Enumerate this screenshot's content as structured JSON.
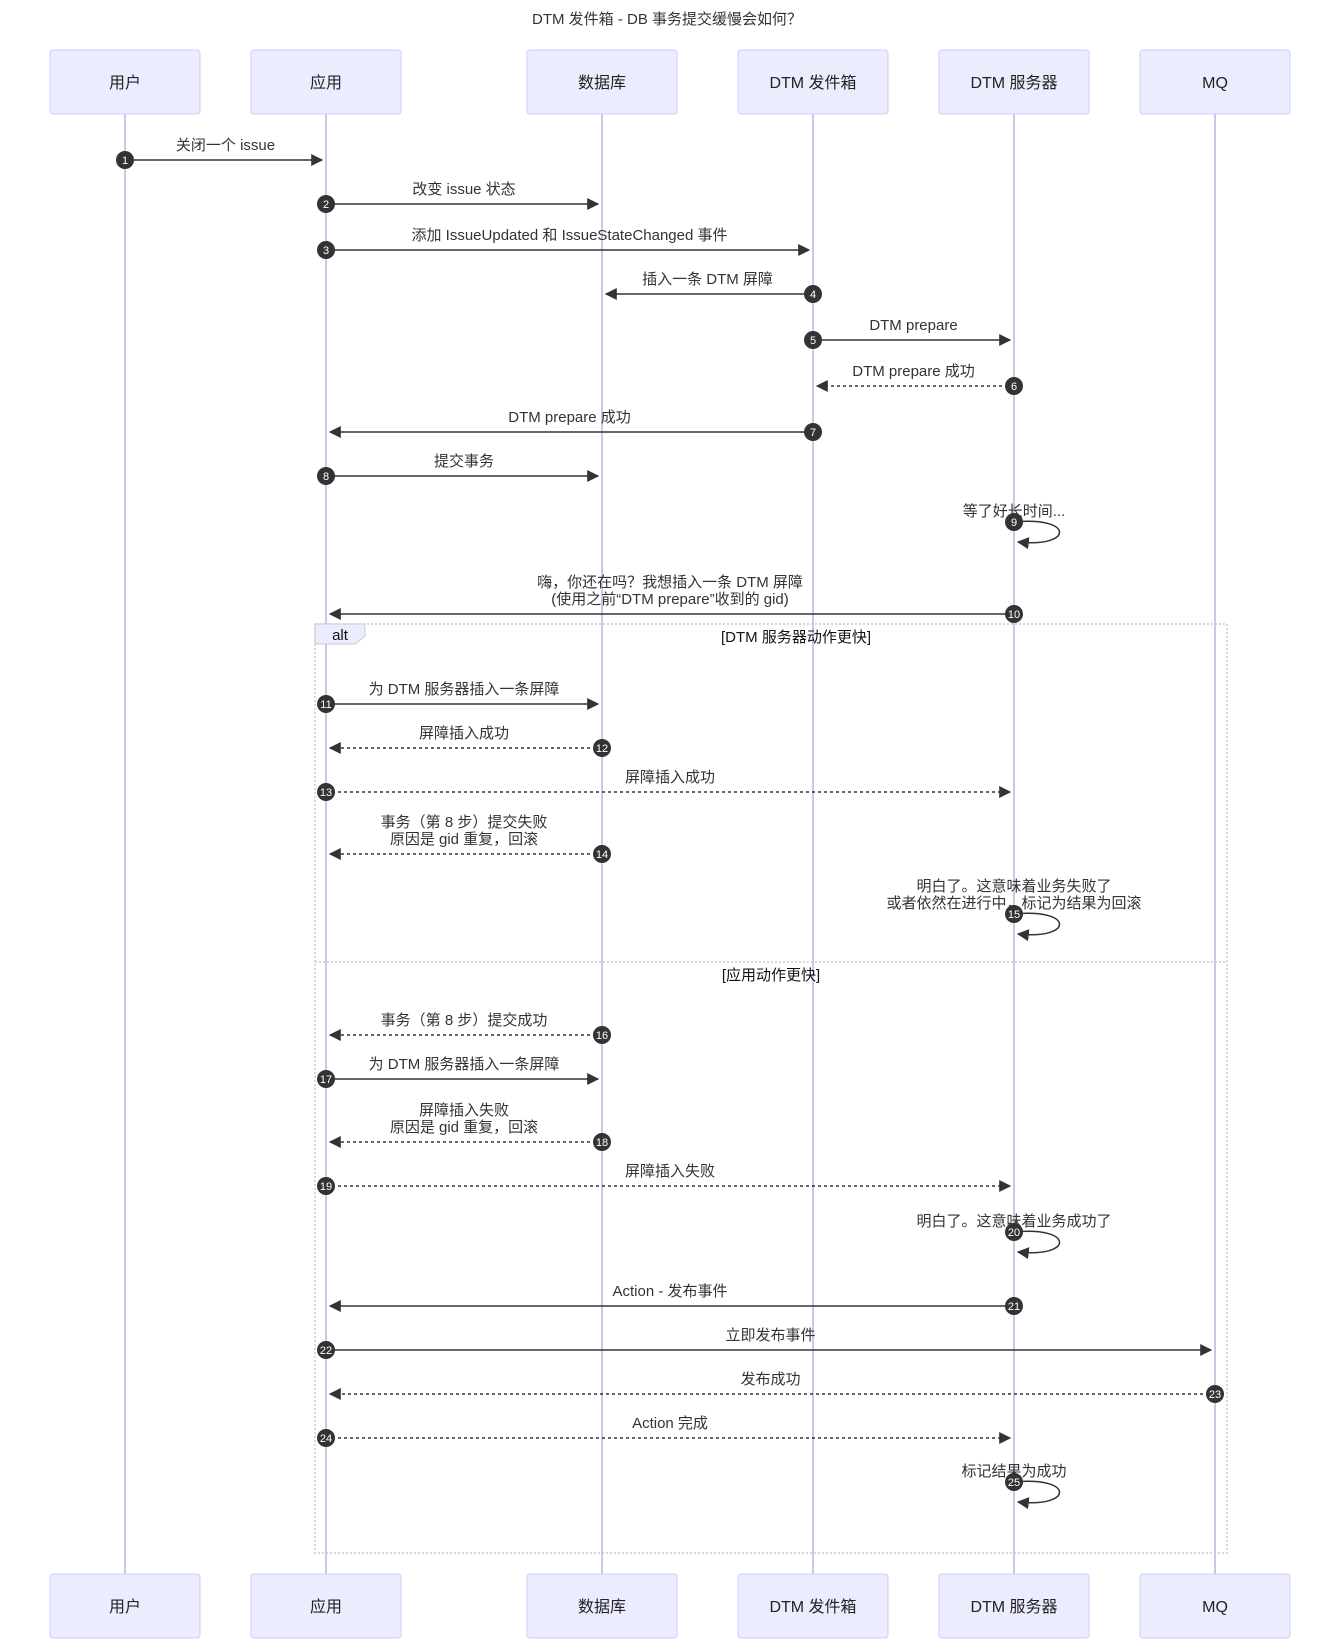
{
  "title": "DTM 发件箱 - DB 事务提交缓慢会如何？",
  "actors": [
    {
      "id": "user",
      "label": "用户"
    },
    {
      "id": "app",
      "label": "应用"
    },
    {
      "id": "db",
      "label": "数据库"
    },
    {
      "id": "outbox",
      "label": "DTM 发件箱"
    },
    {
      "id": "server",
      "label": "DTM 服务器"
    },
    {
      "id": "mq",
      "label": "MQ"
    }
  ],
  "messages": [
    {
      "n": "1",
      "from": "user",
      "to": "app",
      "lines": [
        "关闭一个 issue"
      ],
      "style": "solid"
    },
    {
      "n": "2",
      "from": "app",
      "to": "db",
      "lines": [
        "改变 issue 状态"
      ],
      "style": "solid"
    },
    {
      "n": "3",
      "from": "app",
      "to": "outbox",
      "lines": [
        "添加 IssueUpdated 和 IssueStateChanged 事件"
      ],
      "style": "solid"
    },
    {
      "n": "4",
      "from": "outbox",
      "to": "db",
      "lines": [
        "插入一条 DTM 屏障"
      ],
      "style": "solid"
    },
    {
      "n": "5",
      "from": "outbox",
      "to": "server",
      "lines": [
        "DTM prepare"
      ],
      "style": "solid"
    },
    {
      "n": "6",
      "from": "server",
      "to": "outbox",
      "lines": [
        "DTM prepare 成功"
      ],
      "style": "dashed"
    },
    {
      "n": "7",
      "from": "outbox",
      "to": "app",
      "lines": [
        "DTM prepare 成功"
      ],
      "style": "solid"
    },
    {
      "n": "8",
      "from": "app",
      "to": "db",
      "lines": [
        "提交事务"
      ],
      "style": "solid"
    },
    {
      "n": "9",
      "from": "server",
      "to": "server",
      "lines": [
        "等了好长时间..."
      ],
      "style": "solid"
    },
    {
      "n": "10",
      "from": "server",
      "to": "app",
      "lines": [
        "嗨，你还在吗？我想插入一条 DTM 屏障",
        "(使用之前“DTM prepare”收到的 gid)"
      ],
      "style": "solid"
    },
    {
      "n": "11",
      "from": "app",
      "to": "db",
      "lines": [
        "为 DTM 服务器插入一条屏障"
      ],
      "style": "solid"
    },
    {
      "n": "12",
      "from": "db",
      "to": "app",
      "lines": [
        "屏障插入成功"
      ],
      "style": "dashed"
    },
    {
      "n": "13",
      "from": "app",
      "to": "server",
      "lines": [
        "屏障插入成功"
      ],
      "style": "dashed"
    },
    {
      "n": "14",
      "from": "db",
      "to": "app",
      "lines": [
        "事务（第 8 步）提交失败",
        "原因是 gid 重复，回滚"
      ],
      "style": "dashed"
    },
    {
      "n": "15",
      "from": "server",
      "to": "server",
      "lines": [
        "明白了。这意味着业务失败了",
        "或者依然在进行中，标记为结果为回滚"
      ],
      "style": "solid"
    },
    {
      "n": "16",
      "from": "db",
      "to": "app",
      "lines": [
        "事务（第 8 步）提交成功"
      ],
      "style": "dashed"
    },
    {
      "n": "17",
      "from": "app",
      "to": "db",
      "lines": [
        "为 DTM 服务器插入一条屏障"
      ],
      "style": "solid"
    },
    {
      "n": "18",
      "from": "db",
      "to": "app",
      "lines": [
        "屏障插入失败",
        "原因是 gid 重复，回滚"
      ],
      "style": "dashed"
    },
    {
      "n": "19",
      "from": "app",
      "to": "server",
      "lines": [
        "屏障插入失败"
      ],
      "style": "dashed"
    },
    {
      "n": "20",
      "from": "server",
      "to": "server",
      "lines": [
        "明白了。这意味着业务成功了"
      ],
      "style": "solid"
    },
    {
      "n": "21",
      "from": "server",
      "to": "app",
      "lines": [
        "Action - 发布事件"
      ],
      "style": "solid"
    },
    {
      "n": "22",
      "from": "app",
      "to": "mq",
      "lines": [
        "立即发布事件"
      ],
      "style": "solid"
    },
    {
      "n": "23",
      "from": "mq",
      "to": "app",
      "lines": [
        "发布成功"
      ],
      "style": "dashed"
    },
    {
      "n": "24",
      "from": "app",
      "to": "server",
      "lines": [
        "Action 完成"
      ],
      "style": "dashed"
    },
    {
      "n": "25",
      "from": "server",
      "to": "server",
      "lines": [
        "标记结果为成功"
      ],
      "style": "solid"
    }
  ],
  "alt_block": {
    "label": "alt",
    "branches": [
      {
        "condition": "[DTM 服务器动作更快]"
      },
      {
        "condition": "[应用动作更快]"
      }
    ]
  }
}
